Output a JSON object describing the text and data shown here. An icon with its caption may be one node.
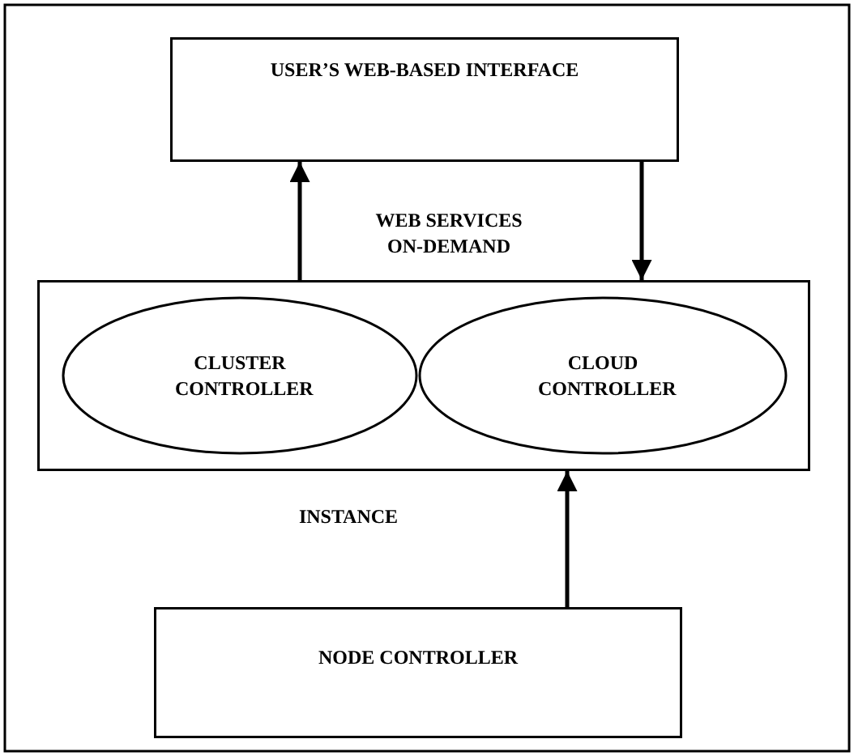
{
  "diagram": {
    "nodes": [
      {
        "text": [
          "USER’S WEB-BASED INTERFACE"
        ]
      },
      {
        "text": [],
        "shape": "box"
      },
      {
        "text": [
          "CLUSTER CONTROLLER"
        ],
        "in": 1
      },
      {
        "text": [
          "CLOUD CONTROLLER"
        ],
        "in": 1
      },
      {
        "text": [
          "NODE CONTROLLER"
        ]
      }
    ],
    "edges": [
      {
        "from": 1,
        "to": 0,
        "arrow": "to"
      },
      {
        "from": 0,
        "to": 1,
        "arrow": "to"
      },
      {
        "from": 4,
        "to": 1,
        "arrow": "to"
      }
    ],
    "labels": [
      "WEB SERVICES ON-DEMAND",
      "INSTANCE"
    ]
  }
}
